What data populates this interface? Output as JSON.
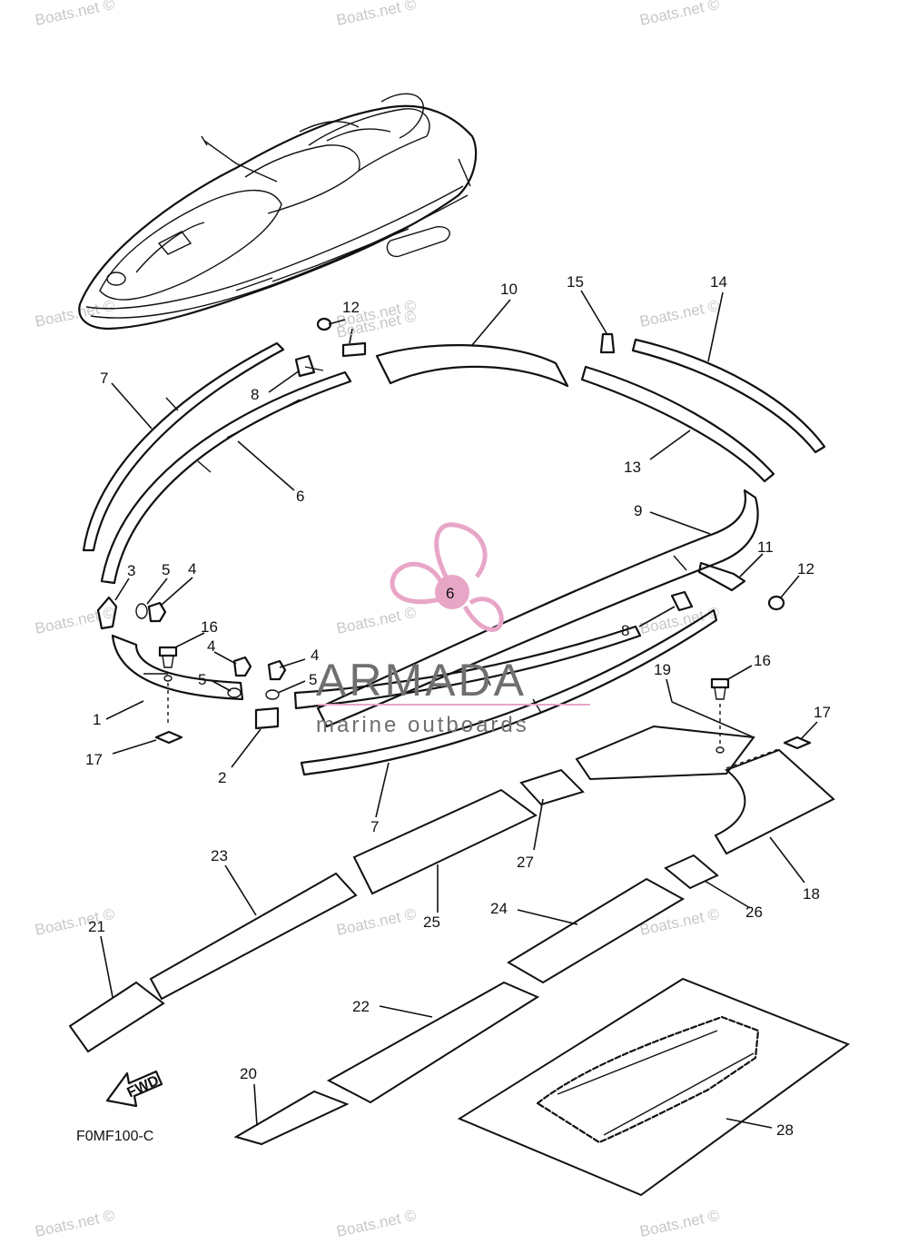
{
  "watermark": {
    "text": "Boats.net ©"
  },
  "overlay_watermark": {
    "text": "Boats.net ©"
  },
  "diagram_code": "F0MF100-C",
  "fwd_arrow": {
    "label": "FWD"
  },
  "logo": {
    "brand": "ARMADA",
    "tagline": "marine outboards",
    "badge_number": "6",
    "accent_color": "#e8a6c7",
    "text_color": "#6f6f6f"
  },
  "callouts": [
    "1",
    "2",
    "3",
    "4",
    "4",
    "4",
    "5",
    "5",
    "5",
    "6",
    "7",
    "7",
    "8",
    "8",
    "9",
    "10",
    "11",
    "12",
    "12",
    "13",
    "14",
    "15",
    "16",
    "16",
    "17",
    "17",
    "18",
    "19",
    "20",
    "21",
    "22",
    "23",
    "24",
    "25",
    "26",
    "27",
    "28"
  ]
}
